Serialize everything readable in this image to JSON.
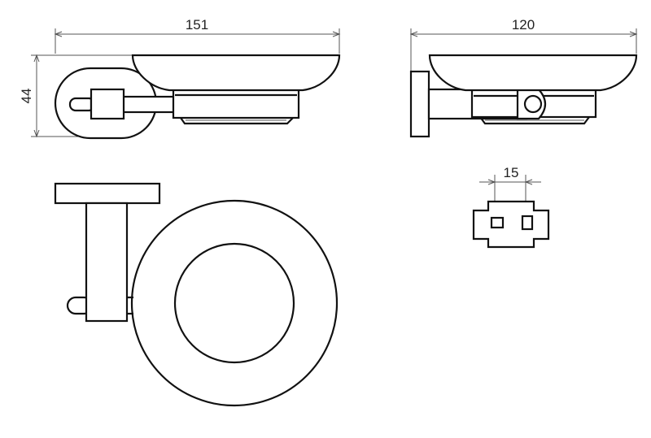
{
  "dimensions": {
    "front_width": "151",
    "front_height": "44",
    "side_width": "120",
    "mount_spacing": "15"
  },
  "colors": {
    "line": "#111111",
    "dimension_line": "#555555",
    "background": "#ffffff"
  }
}
